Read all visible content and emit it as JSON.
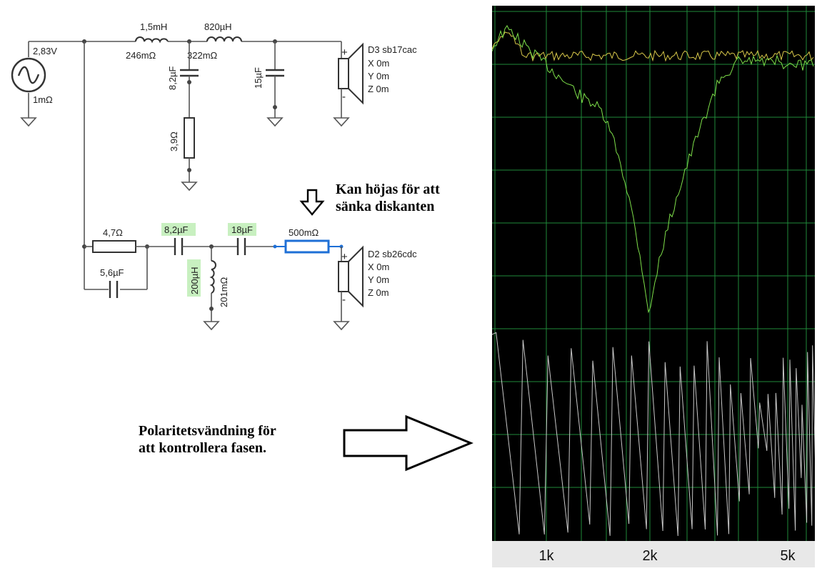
{
  "source": {
    "voltage": "2,83V",
    "resistance": "1mΩ"
  },
  "tweeter_filter": {
    "l1": {
      "value": "1,5mH",
      "resistance": "246mΩ"
    },
    "l2": {
      "value": "820µH",
      "resistance": "322mΩ"
    },
    "c1": "8,2µF",
    "r1": "3,9Ω",
    "c2": "15µF"
  },
  "driver_top": {
    "name": "D3 sb17cac",
    "x": "X 0m",
    "y": "Y 0m",
    "z": "Z 0m",
    "plus": "+",
    "minus": "-"
  },
  "highpass_filter": {
    "r_series": "4,7Ω",
    "c_parallel": "5,6µF",
    "c1": "8,2µF",
    "c2": "18µF",
    "l1": {
      "value": "200µH",
      "resistance": "201mΩ"
    },
    "r_selected": "500mΩ"
  },
  "driver_bottom": {
    "name": "D2 sb26cdc",
    "x": "X 0m",
    "y": "Y 0m",
    "z": "Z 0m",
    "plus": "+",
    "minus": "-"
  },
  "annotations": {
    "raise_line1": "Kan höjas för att",
    "raise_line2": "sänka diskanten",
    "polarity_line1": "Polaritetsvändning för",
    "polarity_line2": "att kontrollera fasen."
  },
  "plot": {
    "x_ticks": [
      "1k",
      "2k",
      "5k"
    ],
    "colors": {
      "background": "#000000",
      "grid": "#1f8a3a",
      "magnitude_a": "#d8c84a",
      "magnitude_b": "#7ee04a",
      "phase": "#c8c8c8",
      "highlight": "#c8f0c0",
      "selected": "#1e6fd6"
    }
  }
}
